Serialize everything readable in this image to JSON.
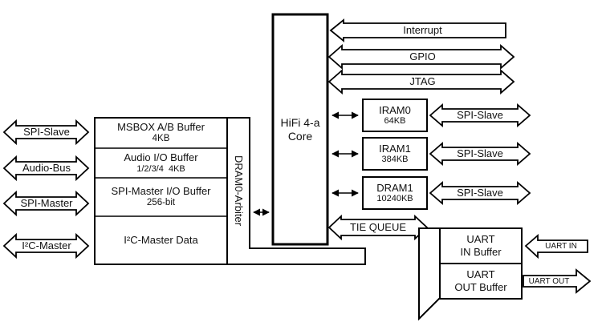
{
  "left_ports": {
    "spi_slave": "SPI-Slave",
    "audio_bus": "Audio-Bus",
    "spi_master": "SPI-Master",
    "i2c_master": "I²C-Master"
  },
  "buffer_block": {
    "msbox": {
      "line1": "MSBOX A/B Buffer",
      "line2": "4KB"
    },
    "audio_io": {
      "line1": "Audio I/O Buffer",
      "line2": "1/2/3/4  4KB"
    },
    "spi_master_io": {
      "line1": "SPI-Master I/O Buffer",
      "line2": "256-bit"
    },
    "i2c_data": {
      "line1": "I²C-Master Data"
    }
  },
  "arbiter": {
    "label": "DRAM0-Arbiter"
  },
  "core": {
    "line1": "HiFi 4-a",
    "line2": "Core"
  },
  "core_ports": {
    "interrupt": "Interrupt",
    "gpio": "GPIO",
    "jtag": "JTAG",
    "tie_queue": "TIE QUEUE"
  },
  "memories": [
    {
      "name": "IRAM0",
      "size": "64KB",
      "port": "SPI-Slave"
    },
    {
      "name": "IRAM1",
      "size": "384KB",
      "port": "SPI-Slave"
    },
    {
      "name": "DRAM1",
      "size": "10240KB",
      "port": "SPI-Slave"
    }
  ],
  "uart": {
    "in_buffer": {
      "line1": "UART",
      "line2": "IN Buffer"
    },
    "out_buffer": {
      "line1": "UART",
      "line2": "OUT Buffer"
    },
    "in_arrow": "UART IN",
    "out_arrow": "UART OUT"
  },
  "colors": {
    "line": "#000000",
    "background": "#ffffff"
  }
}
